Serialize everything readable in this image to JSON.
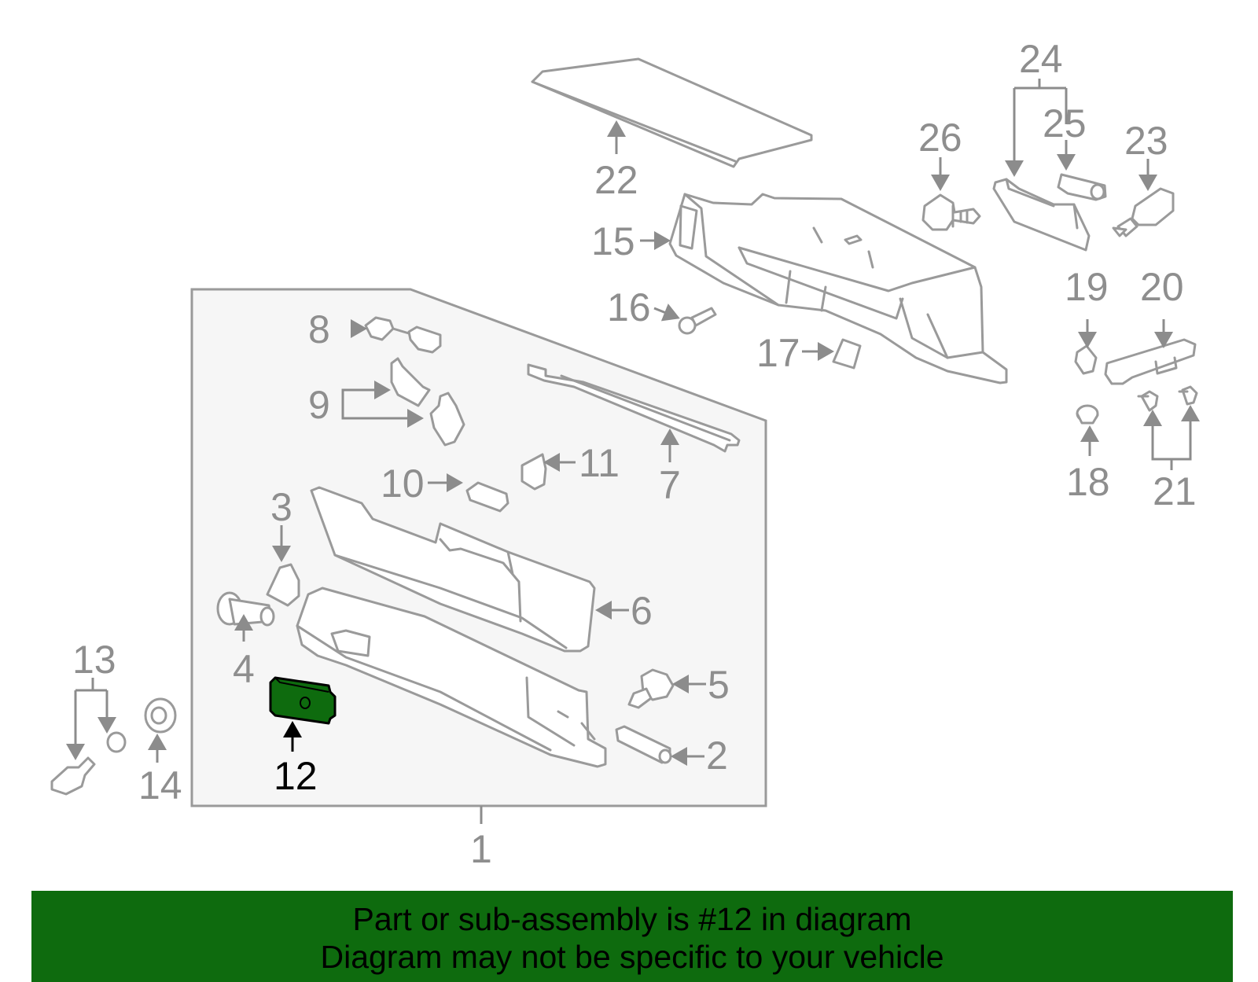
{
  "callouts": {
    "c1": "1",
    "c2": "2",
    "c3": "3",
    "c4": "4",
    "c5": "5",
    "c6": "6",
    "c7": "7",
    "c8": "8",
    "c9": "9",
    "c10": "10",
    "c11": "11",
    "c12": "12",
    "c13": "13",
    "c14": "14",
    "c15": "15",
    "c16": "16",
    "c17": "17",
    "c18": "18",
    "c19": "19",
    "c20": "20",
    "c21": "21",
    "c22": "22",
    "c23": "23",
    "c24": "24",
    "c25": "25",
    "c26": "26"
  },
  "highlighted_part": "12",
  "colors": {
    "highlight": "#0e6b0e",
    "line": "#9a9a9a",
    "panel": "#f6f6f6"
  },
  "banner": {
    "line1": "Part or sub-assembly is #12 in diagram",
    "line2": "Diagram may not be specific to your vehicle"
  }
}
